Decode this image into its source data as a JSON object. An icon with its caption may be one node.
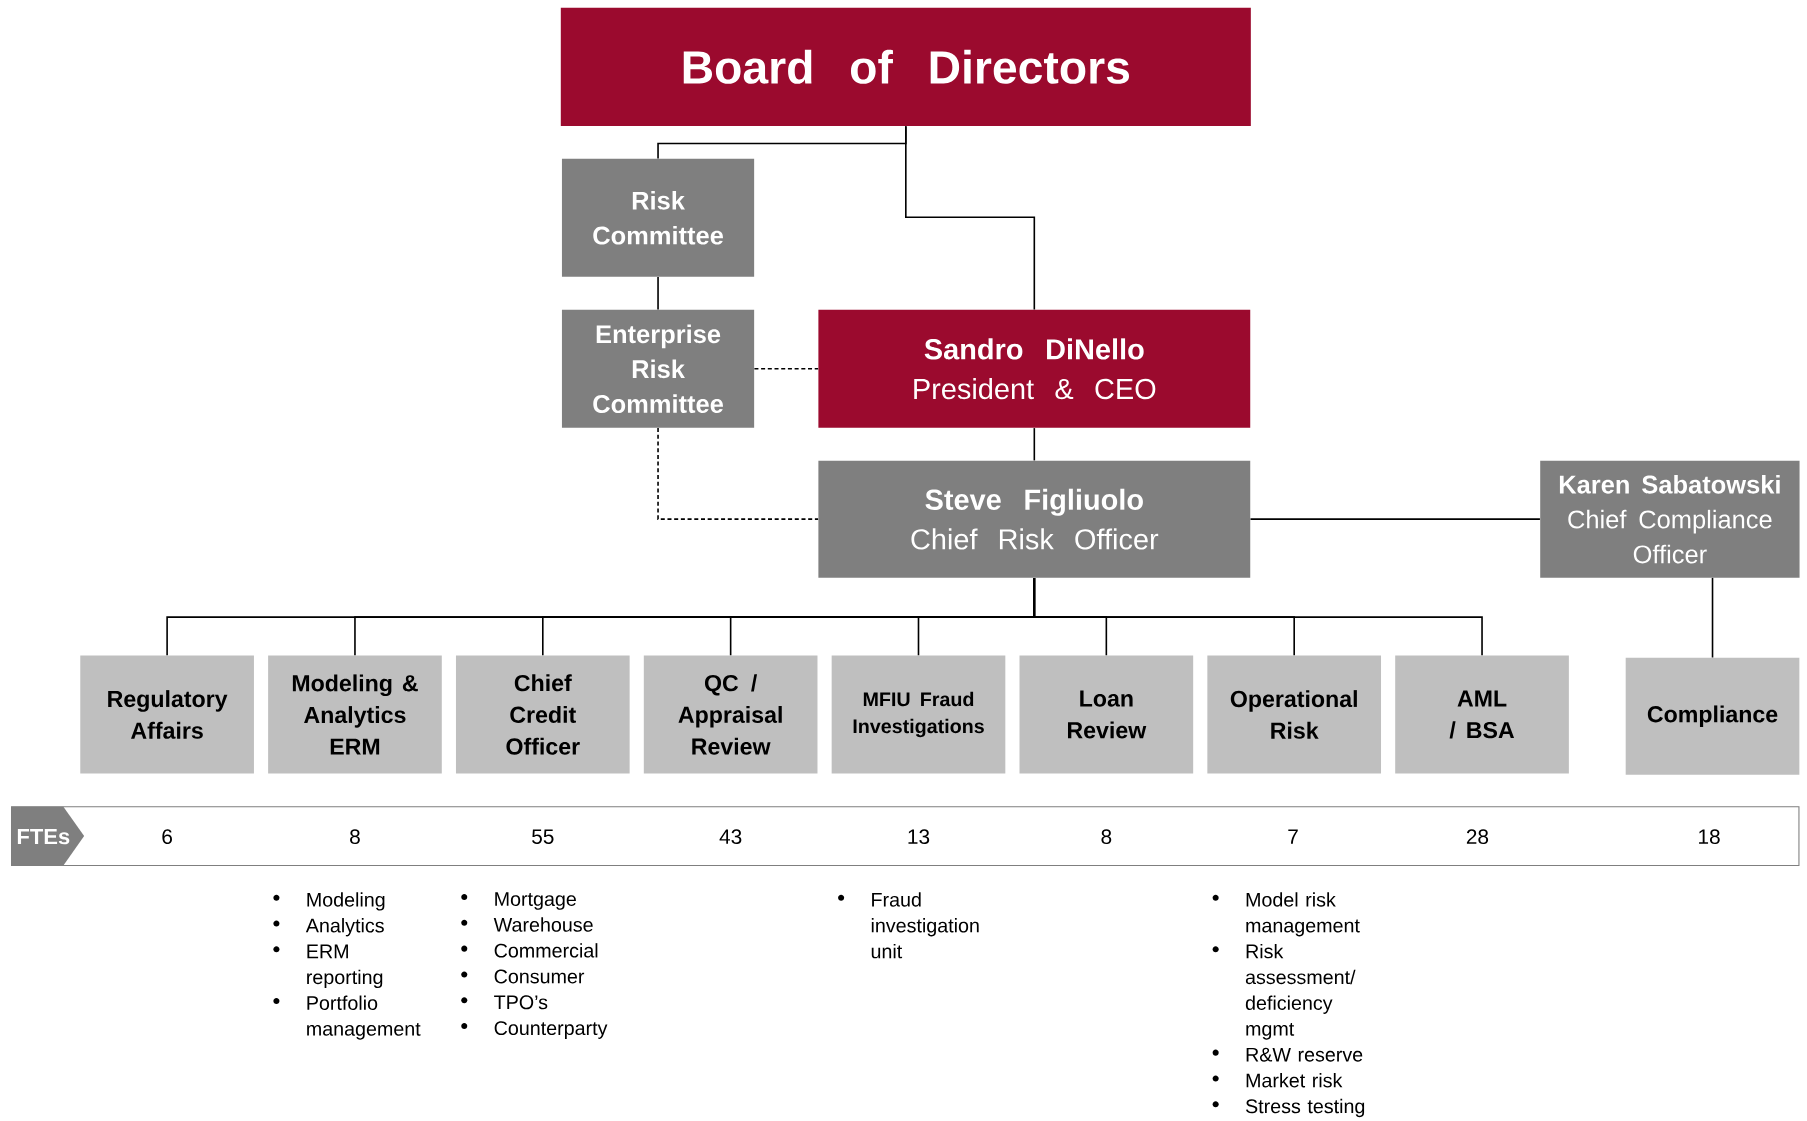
{
  "diagram": {
    "nodes": [
      {
        "text": [
          "Board of Directors"
        ]
      },
      {
        "text": [
          "Risk Committee"
        ]
      },
      {
        "text": [
          "Enterprise Risk Committee"
        ]
      },
      {
        "text": [
          "Sandro DiNello",
          "President & CEO"
        ]
      },
      {
        "text": [
          "Steve Figliuolo",
          "Chief Risk Officer"
        ]
      },
      {
        "text": [
          "Karen Sabatowski",
          "Chief Compliance Officer"
        ]
      },
      {
        "text": [
          "Regulatory Affairs"
        ]
      },
      {
        "text": [
          "Modeling & Analytics ERM"
        ]
      },
      {
        "text": [
          "Chief Credit Officer"
        ]
      },
      {
        "text": [
          "QC / Appraisal Review"
        ]
      },
      {
        "text": [
          "MFIU Fraud Investigations"
        ]
      },
      {
        "text": [
          "Loan Review"
        ]
      },
      {
        "text": [
          "Operational Risk"
        ]
      },
      {
        "text": [
          "AML / BSA"
        ]
      },
      {
        "text": [
          "Compliance"
        ]
      }
    ],
    "edges": [
      {
        "from": 0,
        "to": 1,
        "arrow": "none"
      },
      {
        "from": 0,
        "to": 3,
        "arrow": "none"
      },
      {
        "from": 1,
        "to": 2,
        "arrow": "none"
      },
      {
        "from": 2,
        "to": 3,
        "arrow": "none",
        "style": "dashed"
      },
      {
        "from": 2,
        "to": 4,
        "arrow": "none",
        "style": "dashed"
      },
      {
        "from": 3,
        "to": 4,
        "arrow": "none"
      },
      {
        "from": 4,
        "to": 5,
        "arrow": "none"
      },
      {
        "from": 4,
        "to": 6,
        "arrow": "none"
      },
      {
        "from": 4,
        "to": 7,
        "arrow": "none"
      },
      {
        "from": 4,
        "to": 8,
        "arrow": "none"
      },
      {
        "from": 4,
        "to": 9,
        "arrow": "none"
      },
      {
        "from": 4,
        "to": 10,
        "arrow": "none"
      },
      {
        "from": 4,
        "to": 11,
        "arrow": "none"
      },
      {
        "from": 4,
        "to": 12,
        "arrow": "none"
      },
      {
        "from": 4,
        "to": 13,
        "arrow": "none"
      },
      {
        "from": 5,
        "to": 14,
        "arrow": "none"
      }
    ],
    "labels": [
      "FTEs",
      "6",
      "8",
      "55",
      "43",
      "13",
      "8",
      "7",
      "28",
      "18",
      "Modeling",
      "Analytics",
      "ERM reporting",
      "Portfolio management",
      "Mortgage",
      "Warehouse",
      "Commercial",
      "Consumer",
      "TPO’s",
      "Counterparty",
      "Fraud investigation unit",
      "Model risk management",
      "Risk assessment/ deficiency mgmt",
      "R&W reserve",
      "Market risk",
      "Stress testing"
    ]
  }
}
